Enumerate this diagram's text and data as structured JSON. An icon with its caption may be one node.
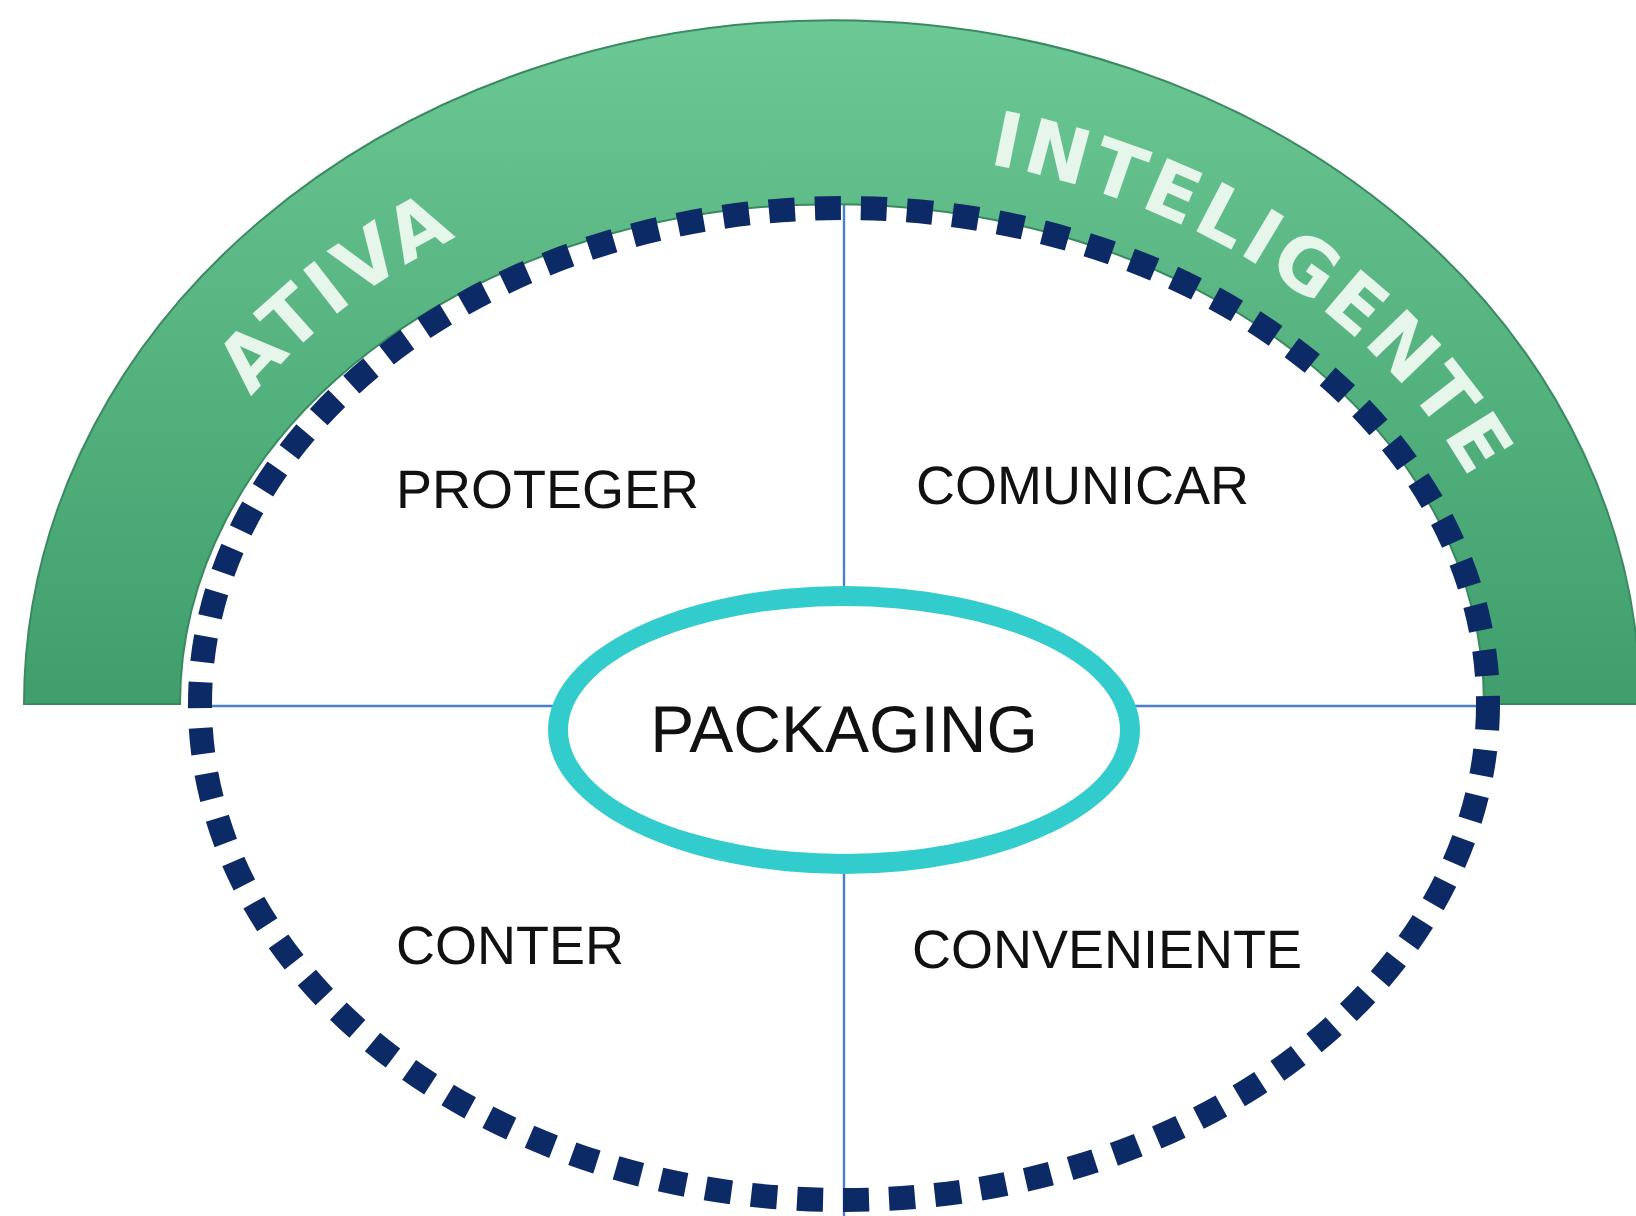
{
  "diagram": {
    "nodes": [
      {
        "text": [
          "ATIVA",
          "INTELIGENTE"
        ]
      },
      {
        "text": [
          "PACKAGING"
        ]
      }
    ],
    "labels": [
      "PROTEGER",
      "COMUNICAR",
      "CONTER",
      "CONVENIENTE"
    ]
  }
}
